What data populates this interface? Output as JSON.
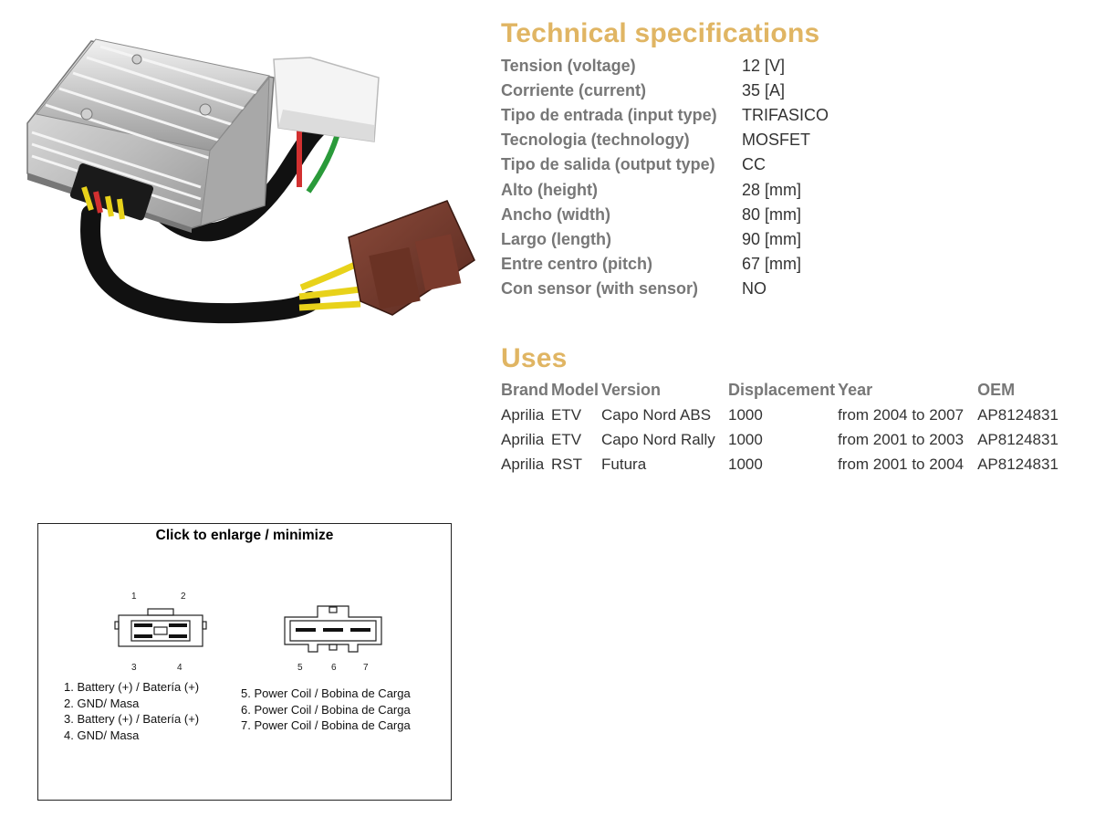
{
  "specs": {
    "title": "Technical specifications",
    "rows": [
      {
        "label": "Tension (voltage)",
        "value": "12 [V]"
      },
      {
        "label": "Corriente (current)",
        "value": "35 [A]"
      },
      {
        "label": "Tipo de entrada (input type)",
        "value": "TRIFASICO"
      },
      {
        "label": "Tecnologia (technology)",
        "value": "MOSFET"
      },
      {
        "label": "Tipo de salida (output type)",
        "value": "CC"
      },
      {
        "label": "Alto (height)",
        "value": "28 [mm]"
      },
      {
        "label": "Ancho (width)",
        "value": "80 [mm]"
      },
      {
        "label": "Largo (length)",
        "value": "90 [mm]"
      },
      {
        "label": "Entre centro (pitch)",
        "value": "67 [mm]"
      },
      {
        "label": "Con sensor (with sensor)",
        "value": "NO"
      }
    ]
  },
  "uses": {
    "title": "Uses",
    "headers": {
      "brand": "Brand",
      "model": "Model",
      "version": "Version",
      "displacement": "Displacement",
      "year": "Year",
      "oem": "OEM"
    },
    "rows": [
      {
        "brand": "Aprilia",
        "model": "ETV",
        "version": "Capo Nord ABS",
        "displacement": "1000",
        "year": "from 2004 to 2007",
        "oem": "AP8124831"
      },
      {
        "brand": "Aprilia",
        "model": "ETV",
        "version": "Capo Nord Rally",
        "displacement": "1000",
        "year": "from 2001 to 2003",
        "oem": "AP8124831"
      },
      {
        "brand": "Aprilia",
        "model": "RST",
        "version": "Futura",
        "displacement": "1000",
        "year": "from 2001 to 2004",
        "oem": "AP8124831"
      }
    ]
  },
  "pinout": {
    "caption": "Click to enlarge / minimize",
    "connector_a_pins": {
      "p1": "1",
      "p2": "2",
      "p3": "3",
      "p4": "4"
    },
    "connector_b_pins": {
      "p5": "5",
      "p6": "6",
      "p7": "7"
    },
    "legend_left": [
      "1. Battery (+) / Batería (+)",
      "2. GND/ Masa",
      "3. Battery (+) / Batería (+)",
      "4. GND/ Masa"
    ],
    "legend_right": [
      "5. Power Coil / Bobina de Carga",
      "6. Power Coil / Bobina de Carga",
      "7. Power Coil / Bobina de Carga"
    ]
  }
}
